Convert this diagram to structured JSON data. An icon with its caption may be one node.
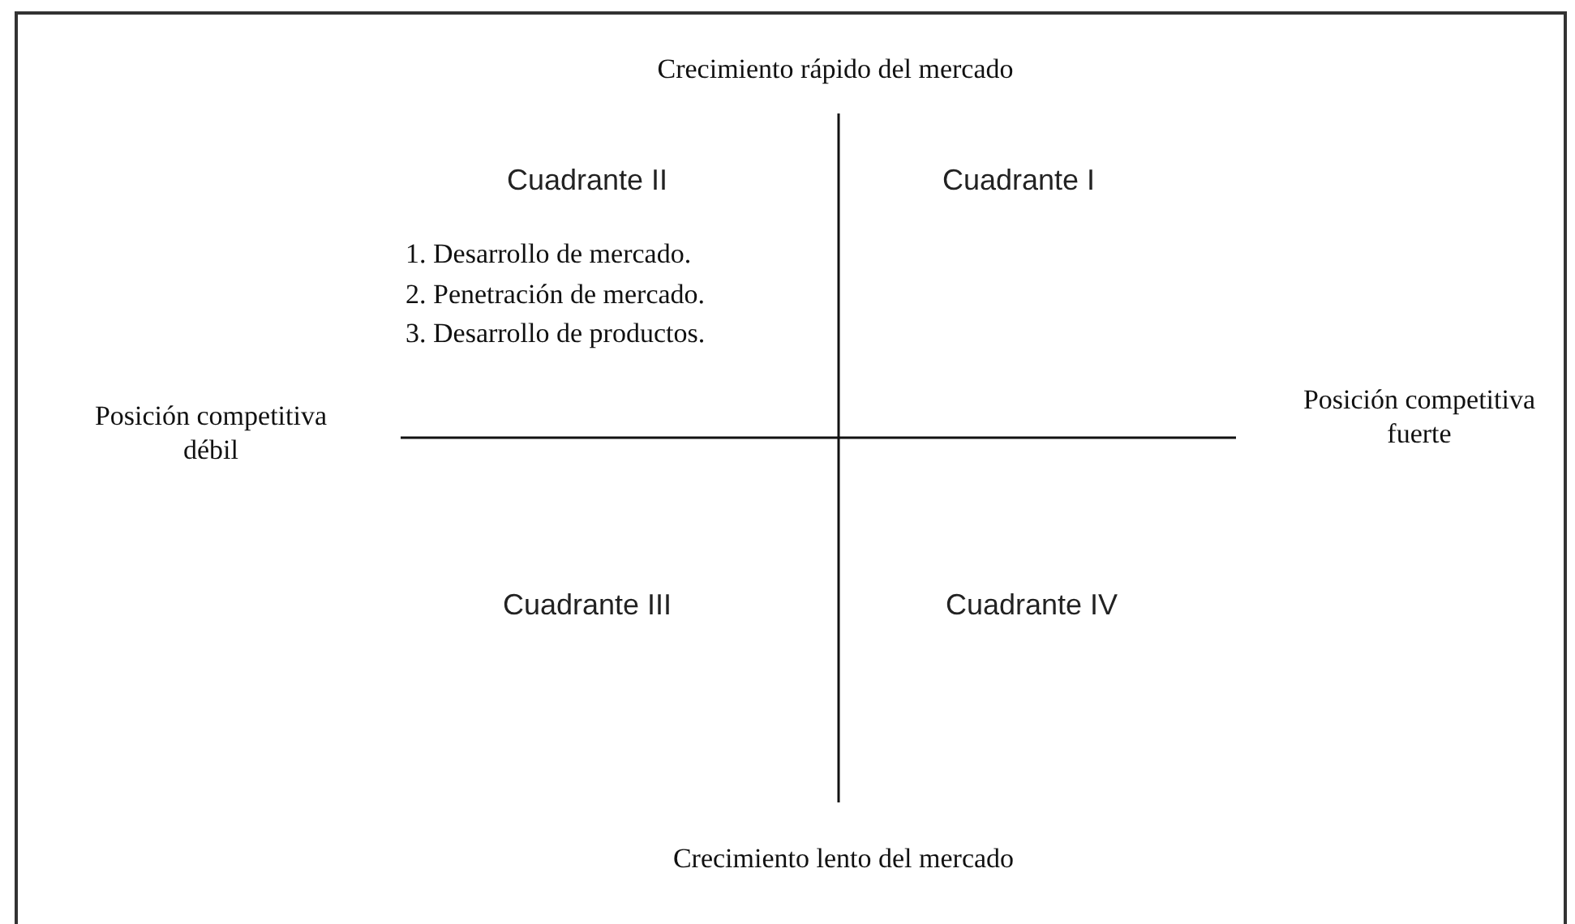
{
  "diagram": {
    "labels": [
      "Crecimiento rápido del mercado",
      "Cuadrante II",
      "Cuadrante I",
      "1. Desarrollo de mercado.",
      "2. Penetración de mercado.",
      "3. Desarrollo de productos.",
      "Posición competitiva débil",
      "Posición competitiva fuerte",
      "Cuadrante III",
      "Cuadrante IV",
      "Crecimiento lento del mercado"
    ]
  }
}
